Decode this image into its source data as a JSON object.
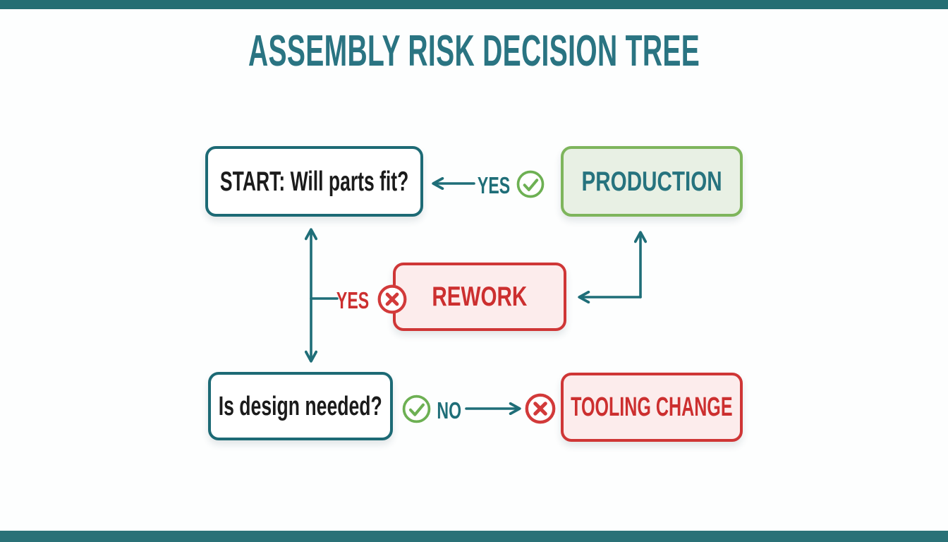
{
  "title": "ASSEMBLY RISK DECISION TREE",
  "flowchart": {
    "nodes": [
      {
        "id": "start",
        "label": "START: Will parts fit?",
        "style": "teal-outline-white-fill"
      },
      {
        "id": "production",
        "label": "PRODUCTION",
        "style": "green-outline-green-fill"
      },
      {
        "id": "rework",
        "label": "REWORK",
        "style": "red-outline-pink-fill"
      },
      {
        "id": "design",
        "label": "Is design needed?",
        "style": "teal-outline-white-fill"
      },
      {
        "id": "tooling",
        "label": "TOOLING CHANGE",
        "style": "red-outline-pink-fill"
      }
    ],
    "edges": [
      {
        "from": "production",
        "to": "start",
        "label": "YES",
        "label_color": "teal",
        "icon": "check-circle-icon",
        "arrow": "left"
      },
      {
        "from": "start",
        "to": "design",
        "label": "YES",
        "label_color": "red",
        "icon": "x-circle-icon",
        "arrow": "double-vertical"
      },
      {
        "from": "rework",
        "to": "production",
        "label": "",
        "arrow": "elbow-up-and-left"
      },
      {
        "from": "design",
        "to": "tooling",
        "label": "NO",
        "label_color": "teal",
        "icon_before": "check-circle-icon",
        "icon_after": "x-circle-icon",
        "arrow": "right"
      }
    ]
  },
  "colors": {
    "teal_bar_top": "#246e73",
    "teal_bar_bottom": "#2a7177",
    "title_teal": "#2a7482",
    "node_border_teal": "#1d6a75",
    "connector_teal": "#1f6e78",
    "green_border": "#7eb55c",
    "green_fill": "#e8f0e4",
    "green_icon": "#6db053",
    "red_border": "#cf3636",
    "red_fill": "#fcecec",
    "red_text": "#cc2f2f",
    "dark_text": "#1b1b1b",
    "background": "#fdfefe"
  }
}
